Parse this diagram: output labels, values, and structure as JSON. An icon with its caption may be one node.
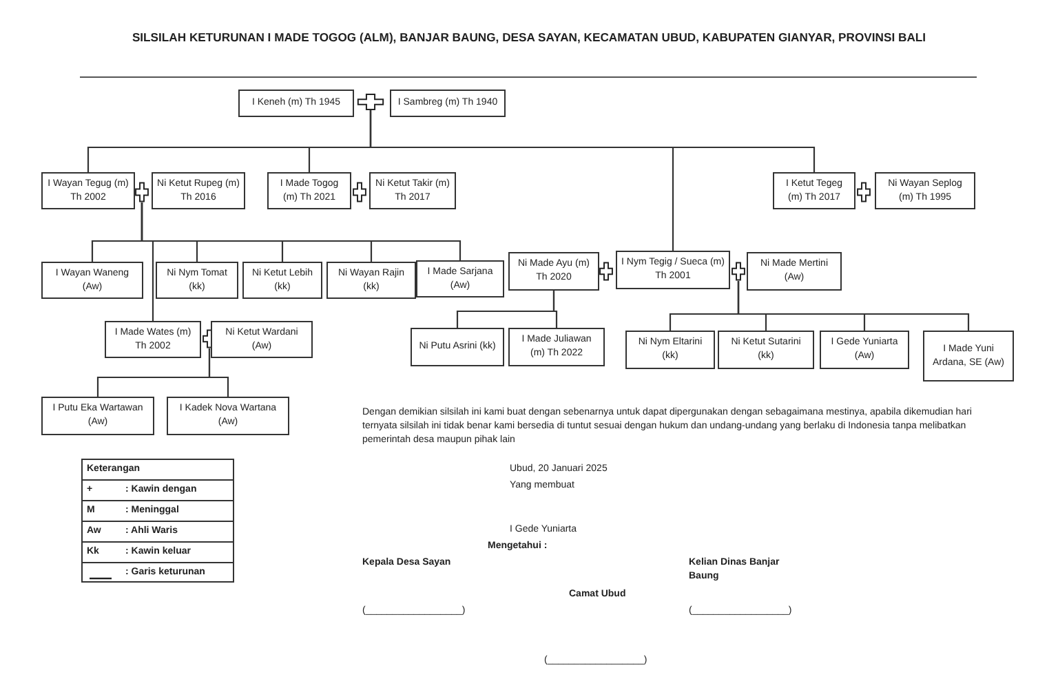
{
  "diagram": {
    "title": "SILSILAH KETURUNAN I MADE TOGOG (ALM), BANJAR BAUNG, DESA SAYAN, KECAMATAN UBUD, KABUPATEN GIANYAR, PROVINSI BALI",
    "nodes": [
      {
        "text": [
          "I Keneh (m) Th 1945"
        ]
      },
      {
        "text": [],
        "shape": "cross"
      },
      {
        "text": [
          "I Sambreg (m) Th 1940"
        ]
      },
      {
        "text": [
          "I Wayan Tegug (m) Th 2002"
        ]
      },
      {
        "text": [],
        "shape": "cross"
      },
      {
        "text": [
          "Ni Ketut Rupeg (m) Th 2016"
        ]
      },
      {
        "text": [
          "I Made Togog (m) Th 2021"
        ]
      },
      {
        "text": [],
        "shape": "cross"
      },
      {
        "text": [
          "Ni Ketut Takir (m) Th 2017"
        ]
      },
      {
        "text": [
          "I Ketut Tegeg (m) Th 2017"
        ]
      },
      {
        "text": [],
        "shape": "cross"
      },
      {
        "text": [
          "Ni Wayan Seplog (m) Th 1995"
        ]
      },
      {
        "text": [
          "I Wayan Waneng (Aw)"
        ]
      },
      {
        "text": [
          "Ni Nym Tomat (kk)"
        ]
      },
      {
        "text": [
          "Ni Ketut Lebih (kk)"
        ]
      },
      {
        "text": [
          "Ni Wayan Rajin (kk)"
        ]
      },
      {
        "text": [
          "I Made Sarjana (Aw)"
        ]
      },
      {
        "text": [
          "Ni Made Ayu (m) Th 2020"
        ]
      },
      {
        "text": [],
        "shape": "cross"
      },
      {
        "text": [
          "I Nym Tegig / Sueca (m) Th 2001"
        ]
      },
      {
        "text": [],
        "shape": "cross"
      },
      {
        "text": [
          "Ni Made Mertini (Aw)"
        ]
      },
      {
        "text": [
          "I Made Wates (m) Th 2002"
        ]
      },
      {
        "text": [],
        "shape": "cross"
      },
      {
        "text": [
          "Ni Ketut Wardani (Aw)"
        ]
      },
      {
        "text": [
          "Ni Putu Asrini (kk)"
        ]
      },
      {
        "text": [
          "I Made Juliawan (m) Th 2022"
        ]
      },
      {
        "text": [
          "Ni Nym Eltarini (kk)"
        ]
      },
      {
        "text": [
          "Ni Ketut Sutarini (kk)"
        ]
      },
      {
        "text": [
          "I Gede Yuniarta (Aw)"
        ]
      },
      {
        "text": [
          "I Made Yuni Ardana, SE (Aw)"
        ]
      },
      {
        "text": [
          "I Putu Eka Wartawan (Aw)"
        ]
      },
      {
        "text": [
          "I Kadek Nova Wartana (Aw)"
        ]
      }
    ],
    "edges": [
      {
        "from": 1,
        "to": 3,
        "arrow": "none"
      },
      {
        "from": 1,
        "to": 6,
        "arrow": "none"
      },
      {
        "from": 1,
        "to": 19,
        "arrow": "none"
      },
      {
        "from": 1,
        "to": 9,
        "arrow": "none"
      },
      {
        "from": 4,
        "to": 12,
        "arrow": "none"
      },
      {
        "from": 4,
        "to": 22,
        "arrow": "none"
      },
      {
        "from": 4,
        "to": 13,
        "arrow": "none"
      },
      {
        "from": 4,
        "to": 14,
        "arrow": "none"
      },
      {
        "from": 4,
        "to": 15,
        "arrow": "none"
      },
      {
        "from": 4,
        "to": 16,
        "arrow": "none"
      },
      {
        "from": 17,
        "to": 25,
        "arrow": "none"
      },
      {
        "from": 17,
        "to": 26,
        "arrow": "none"
      },
      {
        "from": 20,
        "to": 27,
        "arrow": "none"
      },
      {
        "from": 20,
        "to": 28,
        "arrow": "none"
      },
      {
        "from": 20,
        "to": 29,
        "arrow": "none"
      },
      {
        "from": 20,
        "to": 30,
        "arrow": "none"
      },
      {
        "from": 23,
        "to": 31,
        "arrow": "none"
      },
      {
        "from": 23,
        "to": 32,
        "arrow": "none"
      }
    ],
    "labels": [
      "Dengan demikian silsilah ini kami buat dengan sebenarnya untuk dapat dipergunakan dengan sebagaimana mestinya, apabila dikemudian hari ternyata silsilah ini tidak benar kami bersedia di tuntut sesuai dengan hukum dan undang-undang yang berlaku di Indonesia tanpa melibatkan pemerintah desa maupun pihak lain",
      "Keterangan",
      "+",
      ": Kawin dengan",
      "M",
      ": Meninggal",
      "Aw",
      ": Ahli Waris",
      "Kk",
      ": Kawin keluar",
      ": Garis keturunan",
      "Ubud, 20 Januari 2025",
      "Yang membuat",
      "I Gede Yuniarta",
      "Mengetahui :",
      "Kepala Desa Sayan",
      "Kelian Dinas Banjar Baung",
      "Camat Ubud",
      "(__________________)",
      "(__________________)",
      "(__________________)"
    ]
  }
}
